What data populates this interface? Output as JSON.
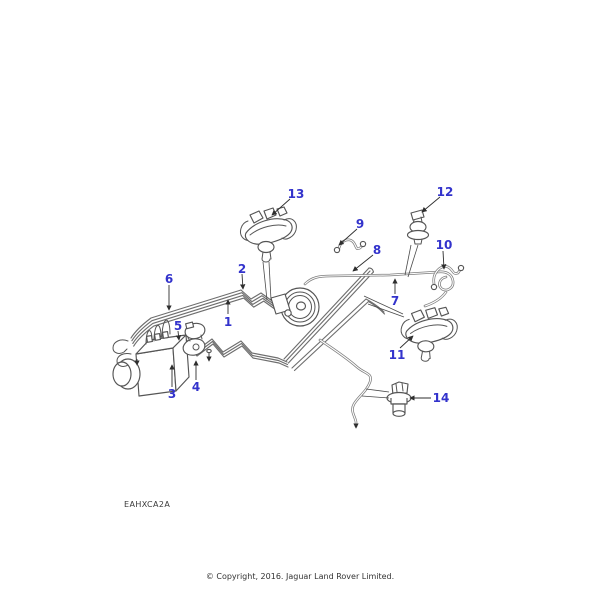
{
  "diagram": {
    "code": "EAHXCA2A",
    "copyright": "© Copyright, 2016. Jaguar Land Rover Limited.",
    "colors": {
      "callout": "#3333cc",
      "pipe_line": "#6e6e6e",
      "leader_line": "#2e2e2e",
      "background": "#ffffff"
    },
    "callouts": [
      {
        "label": "1"
      },
      {
        "label": "2"
      },
      {
        "label": "3"
      },
      {
        "label": "4"
      },
      {
        "label": "5"
      },
      {
        "label": "6"
      },
      {
        "label": "7"
      },
      {
        "label": "8"
      },
      {
        "label": "9"
      },
      {
        "label": "10"
      },
      {
        "label": "11"
      },
      {
        "label": "12"
      },
      {
        "label": "13"
      },
      {
        "label": "14"
      }
    ]
  }
}
